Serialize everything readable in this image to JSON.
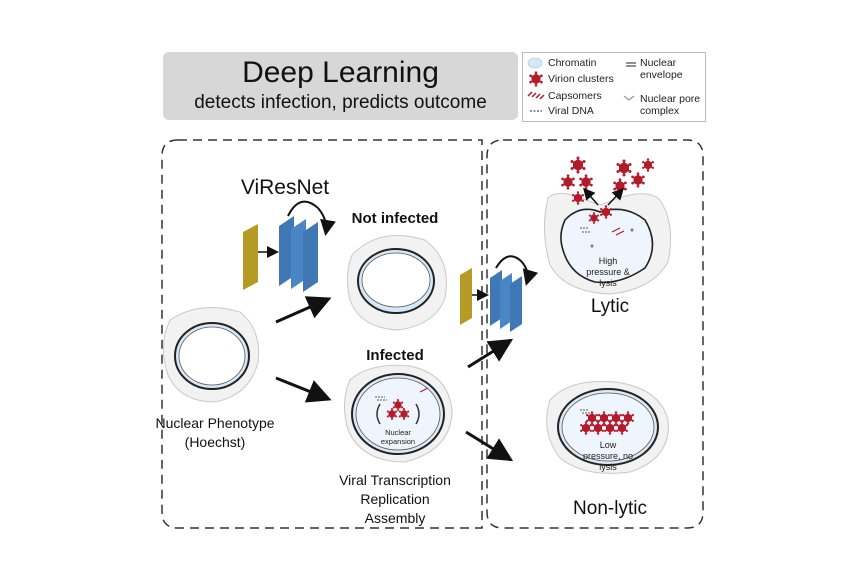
{
  "title": {
    "main": "Deep Learning",
    "sub": "detects infection, predicts outcome"
  },
  "legend": {
    "chromatin": "Chromatin",
    "virion_clusters": "Virion clusters",
    "capsomers": "Capsomers",
    "viral_dna": "Viral DNA",
    "nuclear_envelope": "Nuclear envelope",
    "nuclear_pore_complex": "Nuclear pore complex"
  },
  "model_name": "ViResNet",
  "left_panel": {
    "not_infected": "Not infected",
    "infected": "Infected",
    "nuclear_phenotype": "Nuclear Phenotype",
    "hoechst": "(Hoechst)",
    "nuclear_expansion": "Nuclear expansion",
    "viral_steps": [
      "Viral Transcription",
      "Replication",
      "Assembly"
    ]
  },
  "right_panel": {
    "lytic": "Lytic",
    "lytic_note": "High pressure & lysis",
    "non_lytic": "Non-lytic",
    "non_lytic_note": "Low pressure, no lysis"
  },
  "colors": {
    "chromatin": "#d6e8f7",
    "nucleus_ring": "#2a2a2a",
    "cell_fill": "#f2f2f2",
    "virion": "#b31b2b",
    "filter_gold": "#b59a25",
    "filter_blue": "#3f78b5",
    "title_box": "#d7d7d7"
  }
}
